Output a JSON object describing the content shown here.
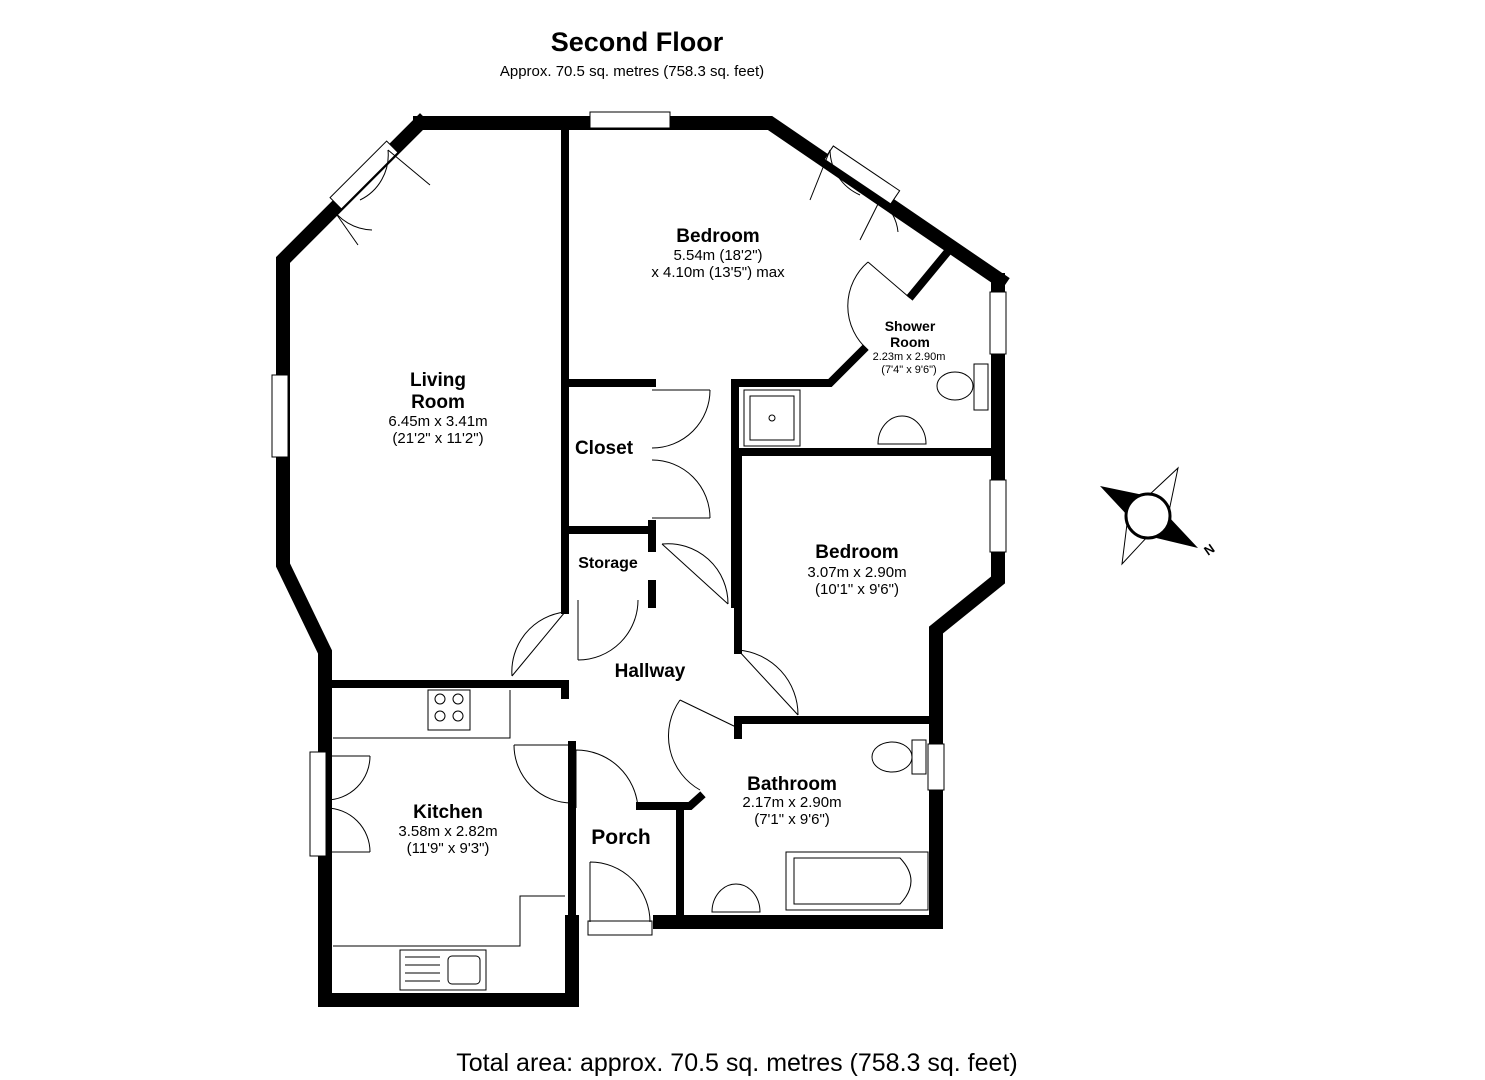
{
  "header": {
    "title": "Second Floor",
    "subtitle": "Approx. 70.5 sq. metres (758.3 sq. feet)"
  },
  "footer": {
    "total": "Total area: approx. 70.5 sq. metres (758.3 sq. feet)"
  },
  "rooms": {
    "living": {
      "name_line1": "Living",
      "name_line2": "Room",
      "dim1": "6.45m x 3.41m",
      "dim2": "(21'2\" x 11'2\")"
    },
    "bedroom1": {
      "name": "Bedroom",
      "dim1": "5.54m (18'2\")",
      "dim2": "x 4.10m (13'5\") max"
    },
    "shower": {
      "name_line1": "Shower",
      "name_line2": "Room",
      "dim1": "2.23m x 2.90m",
      "dim2": "(7'4\" x 9'6\")"
    },
    "closet": {
      "name": "Closet"
    },
    "storage": {
      "name": "Storage"
    },
    "bedroom2": {
      "name": "Bedroom",
      "dim1": "3.07m x 2.90m",
      "dim2": "(10'1\" x 9'6\")"
    },
    "hallway": {
      "name": "Hallway"
    },
    "kitchen": {
      "name": "Kitchen",
      "dim1": "3.58m x 2.82m",
      "dim2": "(11'9\" x 9'3\")"
    },
    "porch": {
      "name": "Porch"
    },
    "bathroom": {
      "name": "Bathroom",
      "dim1": "2.17m x 2.90m",
      "dim2": "(7'1\" x 9'6\")"
    }
  },
  "compass": {
    "label": "N",
    "icon": "compass-rose-icon"
  }
}
